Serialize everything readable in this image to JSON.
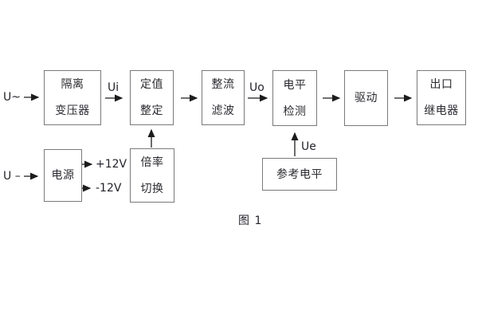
{
  "figure": {
    "caption": "图 1"
  },
  "blocks": {
    "isolation_transformer": {
      "line1": "隔离",
      "line2": "变压器"
    },
    "setting_adjust": {
      "line1": "定值",
      "line2": "整定"
    },
    "rectifier_filter": {
      "line1": "整流",
      "line2": "滤波"
    },
    "level_detect": {
      "line1": "电平",
      "line2": "检测"
    },
    "drive": {
      "label": "驱动"
    },
    "output_relay": {
      "line1": "出口",
      "line2": "继电器"
    },
    "power_supply": {
      "label": "电源"
    },
    "ratio_switch": {
      "line1": "倍率",
      "line2": "切换"
    },
    "reference_level": {
      "label": "参考电平"
    }
  },
  "signals": {
    "ac_input": "U~",
    "dc_input": "U –",
    "ui": "Ui",
    "uo": "Uo",
    "ue": "Ue",
    "rail_pos": "+12V",
    "rail_neg": "-12V"
  },
  "colors": {
    "background": "#ffffff",
    "box_border": "#7a7a7a",
    "text": "#2b2b31",
    "arrow": "#1c1c1c"
  }
}
